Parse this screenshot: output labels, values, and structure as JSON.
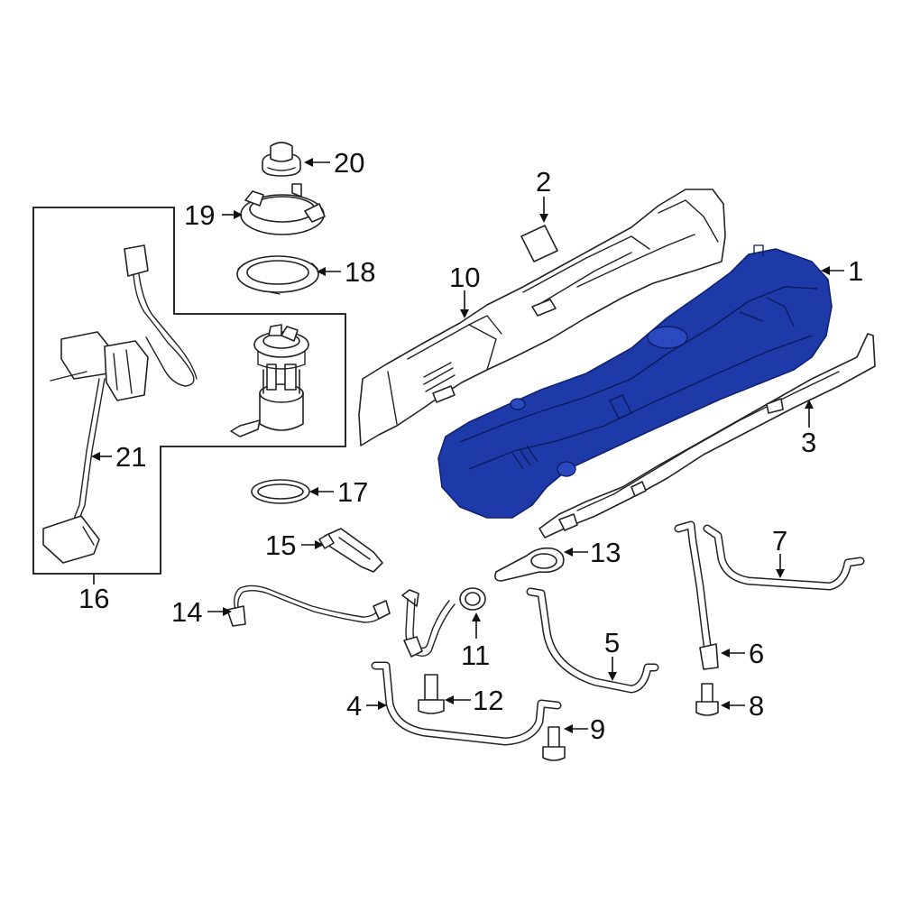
{
  "colors": {
    "highlight": "#1e3aa8",
    "highlight_dark": "#0f2172",
    "line": "#222222",
    "background": "#ffffff"
  },
  "callouts": {
    "c1": "1",
    "c2": "2",
    "c3": "3",
    "c4": "4",
    "c5": "5",
    "c6": "6",
    "c7": "7",
    "c8": "8",
    "c9": "9",
    "c10": "10",
    "c11": "11",
    "c12": "12",
    "c13": "13",
    "c14": "14",
    "c15": "15",
    "c16": "16",
    "c17": "17",
    "c18": "18",
    "c19": "19",
    "c20": "20",
    "c21": "21"
  }
}
